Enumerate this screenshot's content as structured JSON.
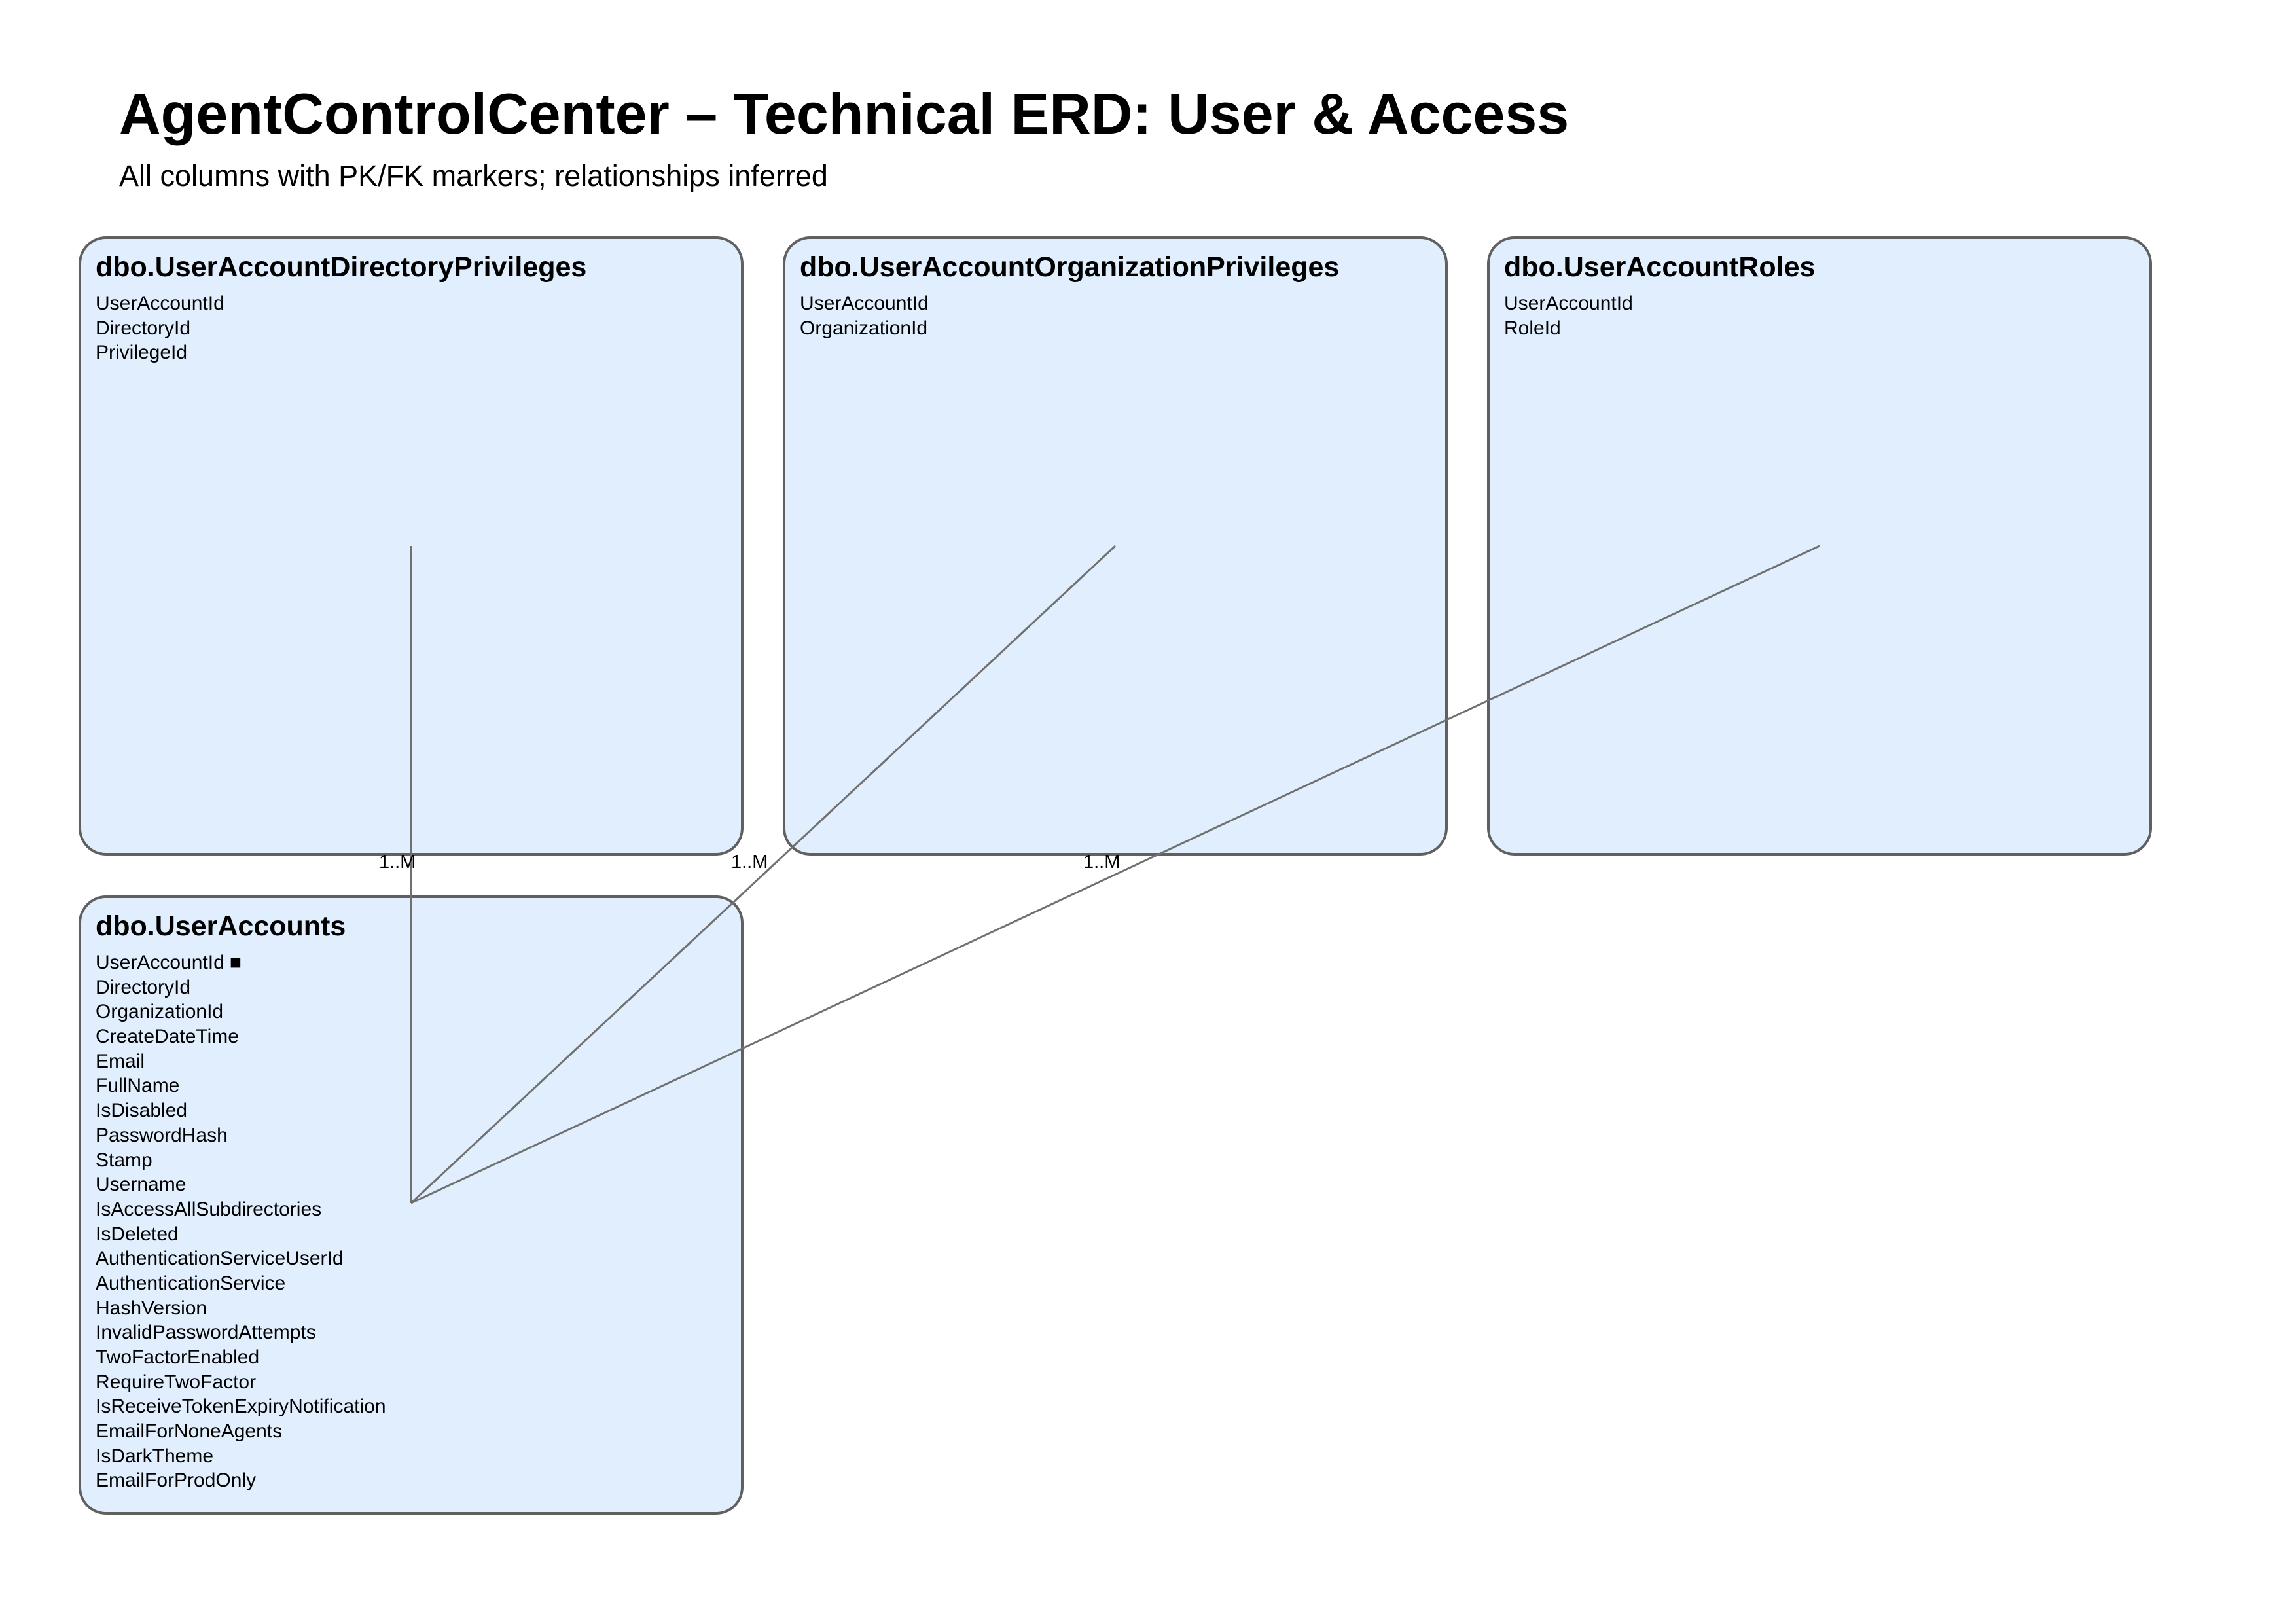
{
  "title": "AgentControlCenter – Technical ERD: User & Access",
  "subtitle": "All columns with PK/FK markers; relationships inferred",
  "colors": {
    "entity_fill": "#e0eefd",
    "entity_border": "#606060",
    "relationship_line": "#707070"
  },
  "entities": [
    {
      "name": "dbo.UserAccountDirectoryPrivileges",
      "columns": [
        "UserAccountId",
        "DirectoryId",
        "PrivilegeId"
      ]
    },
    {
      "name": "dbo.UserAccountOrganizationPrivileges",
      "columns": [
        "UserAccountId",
        "OrganizationId"
      ]
    },
    {
      "name": "dbo.UserAccountRoles",
      "columns": [
        "UserAccountId",
        "RoleId"
      ]
    },
    {
      "name": "dbo.UserAccounts",
      "columns": [
        "UserAccountId",
        "DirectoryId",
        "OrganizationId",
        "CreateDateTime",
        "Email",
        "FullName",
        "IsDisabled",
        "PasswordHash",
        "Stamp",
        "Username",
        "IsAccessAllSubdirectories",
        "IsDeleted",
        "AuthenticationServiceUserId",
        "AuthenticationService",
        "HashVersion",
        "InvalidPasswordAttempts",
        "TwoFactorEnabled",
        "RequireTwoFactor",
        "IsReceiveTokenExpiryNotification",
        "EmailForNoneAgents",
        "IsDarkTheme",
        "EmailForProdOnly"
      ],
      "pk_marker": "■"
    }
  ],
  "relationships": [
    {
      "from": "dbo.UserAccounts",
      "to": "dbo.UserAccountDirectoryPrivileges",
      "cardinality": "1..M"
    },
    {
      "from": "dbo.UserAccounts",
      "to": "dbo.UserAccountOrganizationPrivileges",
      "cardinality": "1..M"
    },
    {
      "from": "dbo.UserAccounts",
      "to": "dbo.UserAccountRoles",
      "cardinality": "1..M"
    }
  ]
}
